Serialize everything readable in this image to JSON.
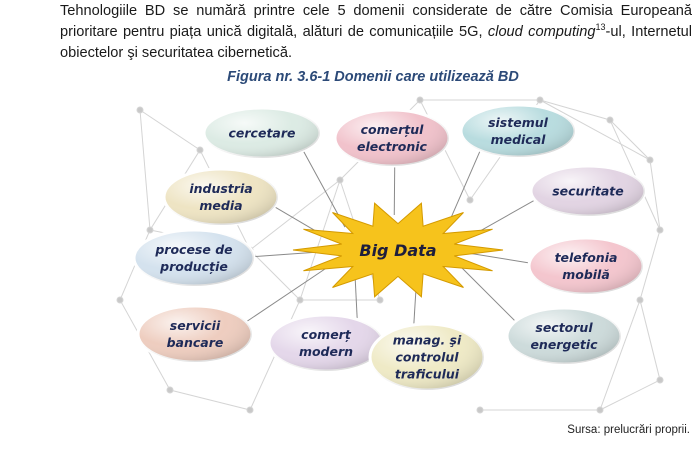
{
  "paragraph": {
    "line1": "Tehnologiile BD se numără printre cele 5 domenii considerate de către Comisia Europeană prioritare pentru piața unică digitală, alături de comunicațiile 5G, ",
    "italic": "cloud computing",
    "footnote": "13",
    "rest": "-ul, Internetul obiectelor şi securitatea cibernetică."
  },
  "figure": {
    "caption": "Figura nr.  3.6-1 Domenii care utilizează BD",
    "center": "Big Data",
    "center_color": "#f6c31c",
    "nodes": [
      {
        "lines": [
          "cercetare"
        ],
        "color": "#dcebe4"
      },
      {
        "lines": [
          "comerțul",
          "electronic"
        ],
        "color": "#f1c2cb"
      },
      {
        "lines": [
          "sistemul",
          "medical"
        ],
        "color": "#b8dcdf"
      },
      {
        "lines": [
          "industria",
          "media"
        ],
        "color": "#eee4c3"
      },
      {
        "lines": [
          "securitate"
        ],
        "color": "#e2d4e3"
      },
      {
        "lines": [
          "procese de",
          "producție"
        ],
        "color": "#d4e2ee"
      },
      {
        "lines": [
          "telefonia",
          "mobilă"
        ],
        "color": "#f4c6ce"
      },
      {
        "lines": [
          "servicii",
          "bancare"
        ],
        "color": "#eecdbf"
      },
      {
        "lines": [
          "comerț",
          "modern"
        ],
        "color": "#e4d7ea"
      },
      {
        "lines": [
          "manag. şi",
          "controlul",
          "traficului"
        ],
        "color": "#efeac6"
      },
      {
        "lines": [
          "sectorul",
          "energetic"
        ],
        "color": "#cddbdb"
      }
    ]
  },
  "source": "Sursa: prelucrări proprii."
}
